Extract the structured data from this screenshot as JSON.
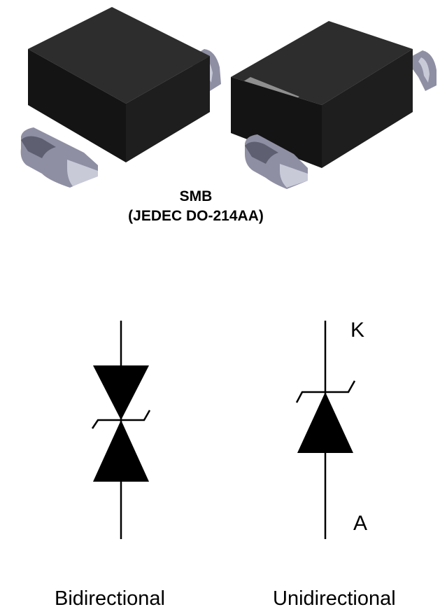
{
  "package": {
    "name": "SMB",
    "standard": "(JEDEC DO-214AA)"
  },
  "symbols": {
    "bidirectional": {
      "label": "Bidirectional"
    },
    "unidirectional": {
      "label": "Unidirectional",
      "cathode_label": "K",
      "anode_label": "A"
    }
  },
  "colors": {
    "body": "#1e1e1e",
    "body_top": "#2d2d2d",
    "body_side": "#141414",
    "lead": "#8e8fa3",
    "lead_highlight": "#c9cad8",
    "cathode_band": "#8f8f8f",
    "symbol": "#000000"
  },
  "icons": {
    "package_left": "smb-package-icon",
    "package_right": "smb-package-with-band-icon",
    "bidirectional_symbol": "bidirectional-tvs-diode-icon",
    "unidirectional_symbol": "unidirectional-tvs-diode-icon"
  }
}
